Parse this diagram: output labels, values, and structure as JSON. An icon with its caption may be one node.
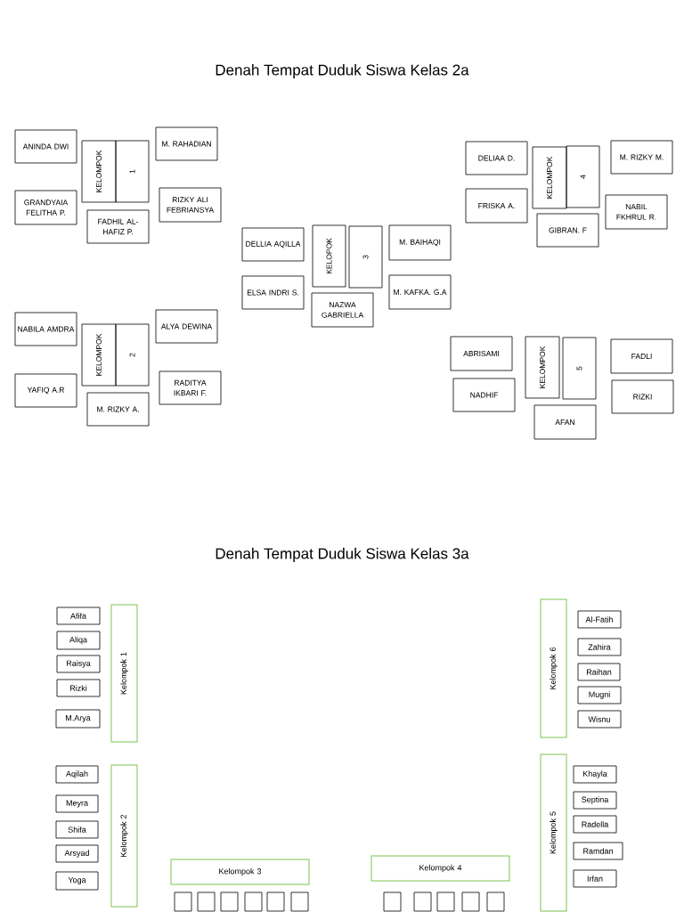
{
  "diagram": {
    "title": "Denah Tempat Duduk Siswa Kelas 2a",
    "nodes": [
      {
        "text": [
          "ANINDA DWI"
        ]
      },
      {
        "text": [
          "KELOMPOK"
        ]
      },
      {
        "text": [
          "1"
        ]
      },
      {
        "text": [
          "M. RAHADIAN"
        ]
      },
      {
        "text": [
          "GRANDYAIA FELITHA P."
        ]
      },
      {
        "text": [
          "RIZKY ALI FEBRIANSYA"
        ]
      },
      {
        "text": [
          "FADHIL AL-HAFIZ P."
        ]
      },
      {
        "text": [
          "DELLIA AQILLA"
        ]
      },
      {
        "text": [
          "KELOPOK"
        ]
      },
      {
        "text": [
          "3"
        ]
      },
      {
        "text": [
          "M. BAIHAQI"
        ]
      },
      {
        "text": [
          "ELSA INDRI S."
        ]
      },
      {
        "text": [
          "M. KAFKA. G.A"
        ]
      },
      {
        "text": [
          "NAZWA GABRIELLA"
        ]
      },
      {
        "text": [
          "DELIAA D."
        ]
      },
      {
        "text": [
          "KELOMPOK"
        ]
      },
      {
        "text": [
          "4"
        ]
      },
      {
        "text": [
          "M. RIZKY M."
        ]
      },
      {
        "text": [
          "FRISKA A."
        ]
      },
      {
        "text": [
          "NABIL FKHRUL R."
        ]
      },
      {
        "text": [
          "GIBRAN. F"
        ]
      },
      {
        "text": [
          "NABILA AMDRA"
        ]
      },
      {
        "text": [
          "KELOMPOK"
        ]
      },
      {
        "text": [
          "2"
        ]
      },
      {
        "text": [
          "ALYA DEWINA"
        ]
      },
      {
        "text": [
          "YAFIQ A.R"
        ]
      },
      {
        "text": [
          "RADITYA IKBARI F."
        ]
      },
      {
        "text": [
          "M. RIZKY A."
        ]
      },
      {
        "text": [
          "ABRISAMI"
        ]
      },
      {
        "text": [
          "KELOMPOK"
        ]
      },
      {
        "text": [
          "5"
        ]
      },
      {
        "text": [
          "FADLI"
        ]
      },
      {
        "text": [
          "NADHIF"
        ]
      },
      {
        "text": [
          "RIZKI"
        ]
      },
      {
        "text": [
          "AFAN"
        ]
      },
      {
        "text": [
          "Afifa"
        ]
      },
      {
        "text": [
          "Kelompok 1"
        ]
      },
      {
        "text": [
          "Kelompok 6"
        ]
      },
      {
        "text": [
          "Al-Fatih"
        ]
      },
      {
        "text": [
          "Aliqa"
        ]
      },
      {
        "text": [
          "Zahira"
        ]
      },
      {
        "text": [
          "Raisya"
        ]
      },
      {
        "text": [
          "Raihan"
        ]
      },
      {
        "text": [
          "Rizki"
        ]
      },
      {
        "text": [
          "Mugni"
        ]
      },
      {
        "text": [
          "M.Arya"
        ]
      },
      {
        "text": [
          "Wisnu"
        ]
      },
      {
        "text": [
          "Aqilah"
        ]
      },
      {
        "text": [
          "Kelompok 2"
        ]
      },
      {
        "text": [
          "Kelompok 5"
        ]
      },
      {
        "text": [
          "Khayla"
        ]
      },
      {
        "text": [
          "Meyra"
        ]
      },
      {
        "text": [
          "Septina"
        ]
      },
      {
        "text": [
          "Shifa"
        ]
      },
      {
        "text": [
          "Radella"
        ]
      },
      {
        "text": [
          "Arsyad"
        ]
      },
      {
        "text": [
          "Ramdan"
        ]
      },
      {
        "text": [
          "Kelompok 3"
        ]
      },
      {
        "text": [
          "Kelompok 4"
        ]
      },
      {
        "text": [
          "Yoga"
        ]
      },
      {
        "text": [
          "Irfan"
        ]
      },
      {
        "text": [],
        "shape": "box"
      },
      {
        "text": [],
        "shape": "box"
      },
      {
        "text": [],
        "shape": "box"
      },
      {
        "text": [],
        "shape": "box"
      },
      {
        "text": [],
        "shape": "box"
      },
      {
        "text": [],
        "shape": "box"
      },
      {
        "text": [],
        "shape": "box"
      },
      {
        "text": [],
        "shape": "box"
      },
      {
        "text": [],
        "shape": "box"
      },
      {
        "text": [],
        "shape": "box"
      },
      {
        "text": [],
        "shape": "box"
      }
    ],
    "labels": [
      "Denah Tempat Duduk Siswa Kelas 3a"
    ]
  }
}
